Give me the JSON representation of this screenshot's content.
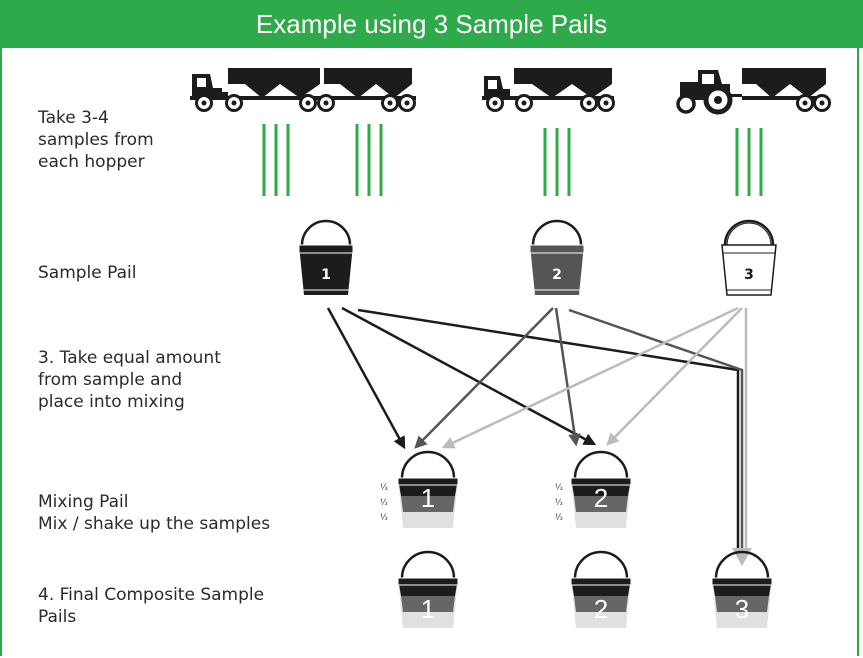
{
  "title": "Example using 3 Sample Pails",
  "rows": {
    "take_samples": "Take 3-4\nsamples from\neach hopper",
    "sample_pail": "Sample Pail",
    "take_equal": "3. Take equal amount\nfrom sample and\nplace into mixing",
    "mixing_pail": "Mixing Pail\nMix / shake up the samples",
    "final": "4. Final Composite Sample\nPails"
  },
  "sample_pails": [
    "1",
    "2",
    "3"
  ],
  "mixing_pails": [
    "1",
    "2"
  ],
  "fractions": [
    "⅓",
    "⅓",
    "⅓"
  ],
  "final_pails": [
    "1",
    "2",
    "3"
  ],
  "vehicles": [
    "semi-truck-double-hopper-icon",
    "truck-hopper-icon",
    "tractor-hopper-icon"
  ],
  "colors": {
    "accent": "#2eaa4a",
    "black": "#1c1c1c",
    "gray": "#555555",
    "light": "#bbbbbb",
    "pale": "#e0e0e0"
  }
}
